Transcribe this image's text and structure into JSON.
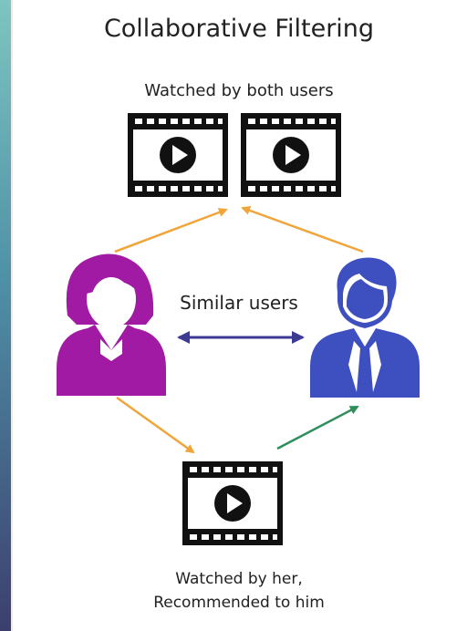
{
  "diagram": {
    "title": "Collaborative Filtering",
    "top_caption": "Watched by both users",
    "middle_caption": "Similar users",
    "bottom_caption_line1": "Watched by her,",
    "bottom_caption_line2": "Recommended to him",
    "colors": {
      "woman": "#a11aa3",
      "man": "#3e4fc0",
      "orange_arrow": "#f0a53a",
      "green_arrow": "#2f8e5a",
      "similar_arrow": "#3d3a94",
      "film": "#111111"
    },
    "icons": {
      "movies_top": [
        "film-strip-play-icon",
        "film-strip-play-icon"
      ],
      "movie_bottom": "film-strip-play-icon",
      "user_left": "woman-user-icon",
      "user_right": "man-user-icon"
    }
  }
}
